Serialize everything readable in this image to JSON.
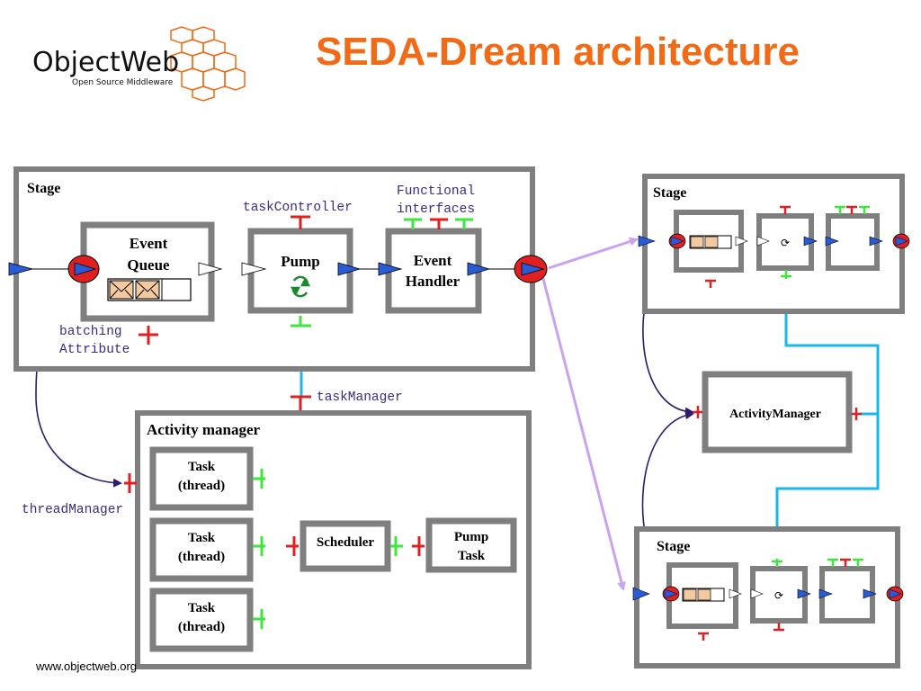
{
  "header": {
    "title": "SEDA-Dream architecture",
    "logo": {
      "name": "ObjectWeb",
      "tagline": "Open Source Middleware"
    }
  },
  "colors": {
    "title": "#f26a16",
    "box_border": "#7f7f7f",
    "binding_blue": "#1ab8e8",
    "flow_violet": "#c9a2f2",
    "loop_purple": "#2e1a6e",
    "interface_red": "#e02020",
    "interface_green": "#3ee63e",
    "port_blue": "#2a5bd7"
  },
  "main_stage": {
    "label": "Stage",
    "event_queue": "Event Queue",
    "pump": "Pump",
    "event_handler": "Event Handler",
    "functional_interfaces": "Functional interfaces",
    "task_controller": "taskController",
    "batching_attribute": "batching Attribute",
    "task_manager": "taskManager"
  },
  "activity_manager": {
    "label": "Activity manager",
    "tasks": [
      "Task (thread)",
      "Task (thread)",
      "Task (thread)"
    ],
    "scheduler": "Scheduler",
    "pump_task": "Pump Task",
    "thread_manager": "threadManager"
  },
  "right_side": {
    "top_stage": "Stage",
    "bottom_stage": "Stage",
    "activity_manager": "ActivityManager"
  },
  "footer": {
    "url": "www.objectweb.org"
  }
}
